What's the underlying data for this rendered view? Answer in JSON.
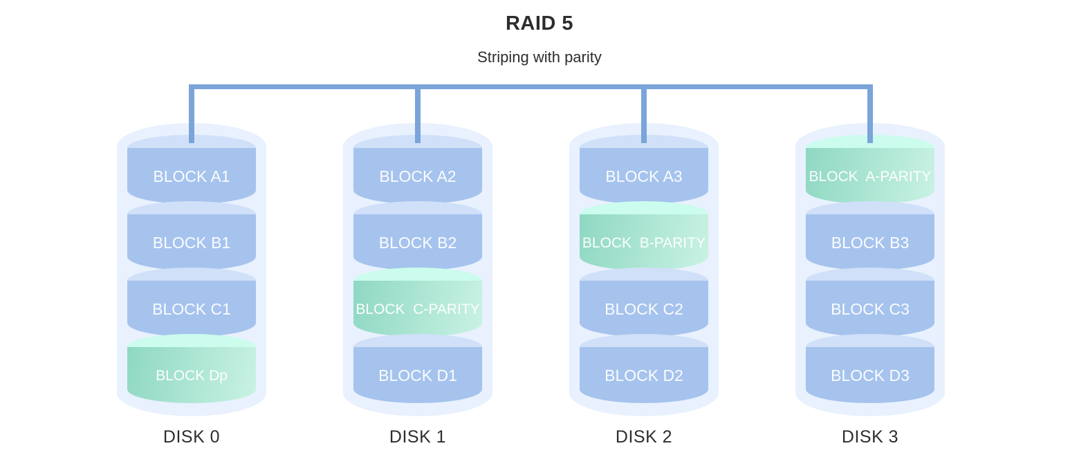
{
  "header": {
    "title": "RAID 5",
    "subtitle": "Striping with parity"
  },
  "colors": {
    "bus": "#7ba4d9",
    "container": "#e8f1fd",
    "cap_blue": "#d0e0f8",
    "body_blue": "#a5c3ed",
    "cap_mint": "#cbfcee",
    "mint_start": "#8fd8c3",
    "mint_end": "#c9f2e3",
    "block_text": "#ffffff",
    "text_dark": "#2d2d2d"
  },
  "disks": [
    {
      "label": "DISK 0",
      "blocks": [
        {
          "label": "BLOCK A1",
          "type": "data"
        },
        {
          "label": "BLOCK B1",
          "type": "data"
        },
        {
          "label": "BLOCK C1",
          "type": "data"
        },
        {
          "label": "BLOCK Dp",
          "type": "parity"
        }
      ]
    },
    {
      "label": "DISK 1",
      "blocks": [
        {
          "label": "BLOCK A2",
          "type": "data"
        },
        {
          "label": "BLOCK B2",
          "type": "data"
        },
        {
          "label": "BLOCK  C-PARITY",
          "type": "parity"
        },
        {
          "label": "BLOCK D1",
          "type": "data"
        }
      ]
    },
    {
      "label": "DISK 2",
      "blocks": [
        {
          "label": "BLOCK A3",
          "type": "data"
        },
        {
          "label": "BLOCK  B-PARITY",
          "type": "parity"
        },
        {
          "label": "BLOCK C2",
          "type": "data"
        },
        {
          "label": "BLOCK D2",
          "type": "data"
        }
      ]
    },
    {
      "label": "DISK 3",
      "blocks": [
        {
          "label": "BLOCK  A-PARITY",
          "type": "parity"
        },
        {
          "label": "BLOCK B3",
          "type": "data"
        },
        {
          "label": "BLOCK C3",
          "type": "data"
        },
        {
          "label": "BLOCK D3",
          "type": "data"
        }
      ]
    }
  ]
}
